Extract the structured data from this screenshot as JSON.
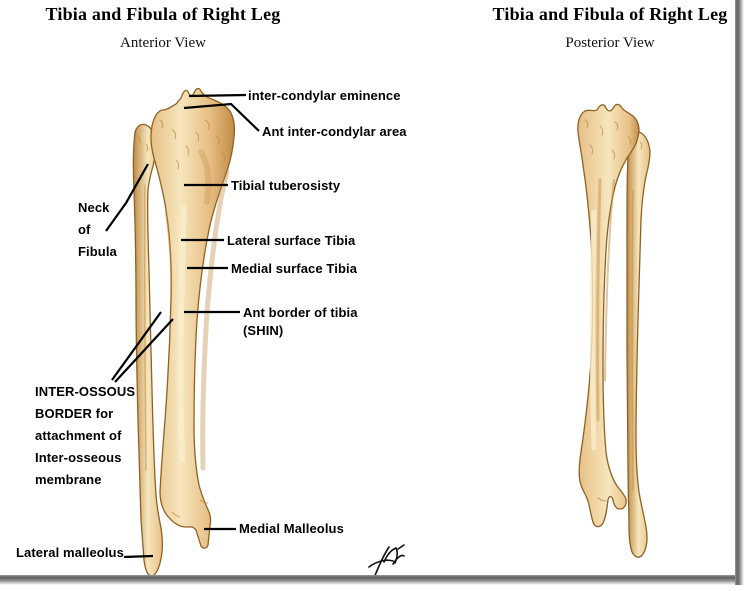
{
  "anterior": {
    "title": "Tibia and Fibula of Right Leg",
    "subtitle": "Anterior View",
    "labels": {
      "eminence": "inter-condylar eminence",
      "ant_area": "Ant inter-condylar area",
      "tuberosity": "Tibial tuberosisty",
      "lateral_surface": "Lateral surface Tibia",
      "medial_surface": "Medial surface Tibia",
      "ant_border": [
        "Ant border of tibia",
        "(SHIN)"
      ],
      "neck": [
        "Neck",
        "of",
        "Fibula"
      ],
      "interosseous": [
        "INTER-OSSOUS",
        "BORDER for",
        "attachment of",
        "Inter-osseous",
        "membrane"
      ],
      "lateral_malleolus": "Lateral malleolus",
      "medial_malleolus": "Medial Malleolus"
    }
  },
  "posterior": {
    "title": "Tibia and Fibula of Right Leg",
    "subtitle": "Posterior View"
  },
  "colors": {
    "bone_light": "#f6e6bd",
    "bone_mid": "#e7bf85",
    "bone_dark": "#bf8c45",
    "bone_outline": "#8f6224",
    "leader_line": "#000000",
    "frame_shadow": "#5f5f5f"
  }
}
